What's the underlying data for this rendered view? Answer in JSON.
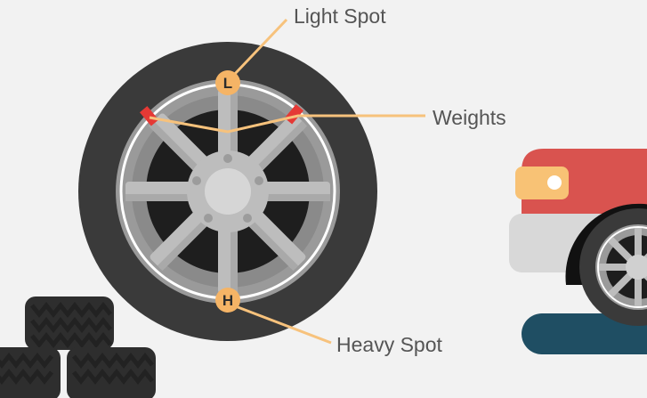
{
  "labels": {
    "light_spot": "Light Spot",
    "weights": "Weights",
    "heavy_spot": "Heavy Spot"
  },
  "markers": {
    "light": "L",
    "heavy": "H"
  },
  "colors": {
    "background": "#f2f2f2",
    "tire": "#3a3a3a",
    "rim": "#9a9a9a",
    "spokes": "#bdbdbd",
    "marker": "#f5b466",
    "leader_line": "#f7c27c",
    "weight": "#e53935",
    "car_body": "#d9534f",
    "car_bumper": "#d8d8d8",
    "car_headlight": "#f8c275",
    "ground_pad": "#1f4e63"
  }
}
